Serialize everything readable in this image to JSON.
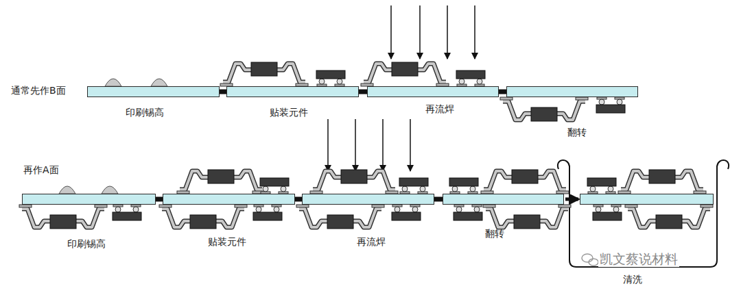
{
  "diagram": {
    "nodes": [
      {
        "text": [
          "印刷锡高"
        ]
      },
      {
        "text": [
          "贴装元件"
        ]
      },
      {
        "text": [
          "再流焊"
        ]
      },
      {
        "text": [
          "翻转"
        ]
      },
      {
        "text": [
          "印刷锡高"
        ]
      },
      {
        "text": [
          "贴装元件"
        ]
      },
      {
        "text": [
          "再流焊"
        ]
      },
      {
        "text": [
          "翻转"
        ]
      },
      {
        "text": [
          "清洗"
        ]
      }
    ],
    "edges": [
      {
        "from": 0,
        "to": 1,
        "arrow": "none"
      },
      {
        "from": 1,
        "to": 2,
        "arrow": "none"
      },
      {
        "from": 2,
        "to": 3,
        "arrow": "none"
      },
      {
        "from": 4,
        "to": 5,
        "arrow": "none"
      },
      {
        "from": 5,
        "to": 6,
        "arrow": "none"
      },
      {
        "from": 6,
        "to": 7,
        "arrow": "none"
      },
      {
        "from": 7,
        "to": 8,
        "arrow": "to"
      }
    ],
    "labels": [
      "通常先作B面",
      "再作A面",
      "凯文蔡说材料"
    ]
  }
}
